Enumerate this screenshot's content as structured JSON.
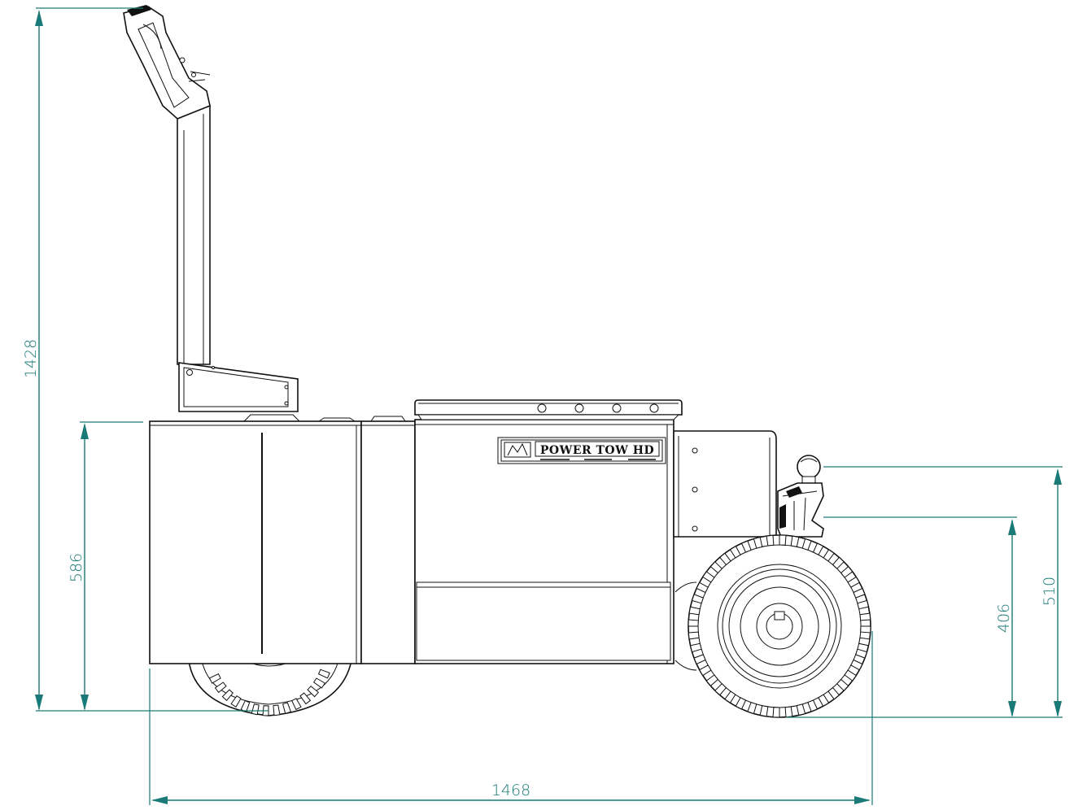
{
  "drawing": {
    "product_label": "POWER TOW HD",
    "dimensions": {
      "total_height": "1428",
      "body_height": "586",
      "overall_length": "1468",
      "hitch_ball_height": "510",
      "hitch_receiver_height": "406"
    },
    "colors": {
      "dimension": "#1a7a77",
      "line": "#111111",
      "background": "#ffffff"
    }
  }
}
